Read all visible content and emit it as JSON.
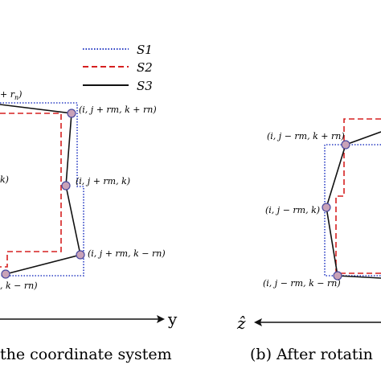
{
  "legend": {
    "items": [
      {
        "label": "S1",
        "color": "#2b3fc4",
        "style": "dotted"
      },
      {
        "label": "S2",
        "color": "#d62020",
        "style": "dashed"
      },
      {
        "label": "S3",
        "color": "#111111",
        "style": "solid"
      }
    ]
  },
  "left_panel": {
    "axis_label": "y",
    "caption": "the coordinate system",
    "point_labels": {
      "top_partial": "+ r",
      "top_partial_sub": "n",
      "top_right": "(i, j + rm, k + rn)",
      "mid_left": "k)",
      "mid_right": "(i, j + rm, k)",
      "bottom_right": "(i, j + rm, k − rn)",
      "bottom_left": ", k − rn)"
    }
  },
  "right_panel": {
    "axis_label": "ẑ",
    "caption": "(b)  After rotatin",
    "point_labels": {
      "top": "(i, j − rm, k + rn)",
      "mid": "(i, j − rm, k)",
      "bottom": "(i, j − rm, k − rn)"
    }
  },
  "colors": {
    "s1": "#2b3fc4",
    "s2": "#d62020",
    "s3": "#111111",
    "node_fill": "#c9a2b8",
    "node_stroke": "#4a4aa0"
  }
}
